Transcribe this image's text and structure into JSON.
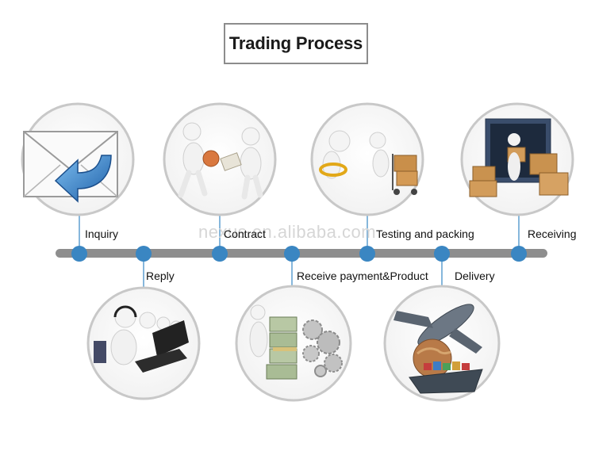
{
  "title": "Trading Process",
  "watermark": "nexus.en.alibaba.com",
  "colors": {
    "timeline": "#8e8e8e",
    "node": "#3a86c2",
    "connector": "#5d9fd0",
    "circle_border": "#c8c8c8"
  },
  "steps": [
    {
      "label": "Inquiry",
      "icon": "envelope-arrow-icon"
    },
    {
      "label": "Reply",
      "icon": "call-center-icon"
    },
    {
      "label": "Contract",
      "icon": "handshake-contract-icon"
    },
    {
      "label": "Receive payment&Product",
      "icon": "money-gears-icon"
    },
    {
      "label": "Testing and packing",
      "icon": "inspection-packing-icon"
    },
    {
      "label": "Delivery",
      "icon": "plane-ship-icon"
    },
    {
      "label": "Receiving",
      "icon": "container-boxes-icon"
    }
  ]
}
